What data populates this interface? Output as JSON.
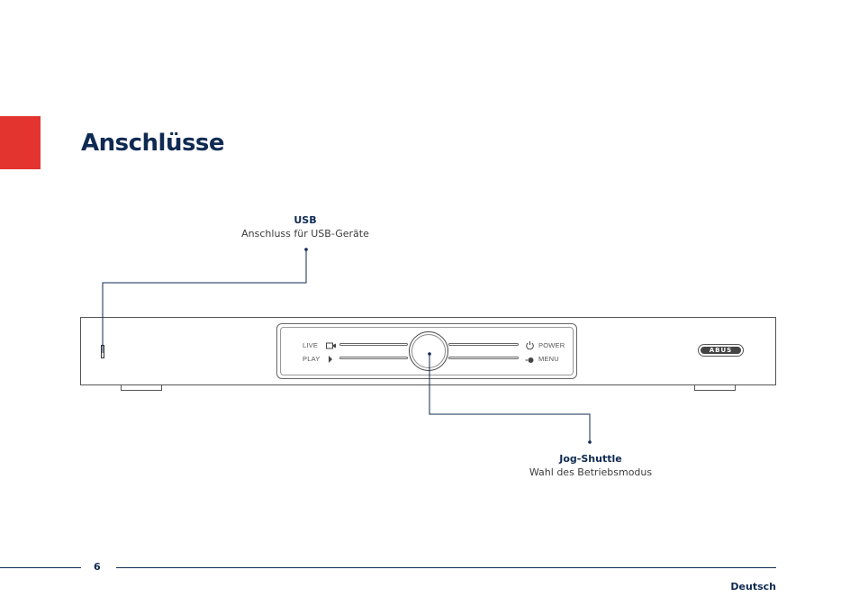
{
  "page": {
    "title": "Anschlüsse",
    "page_number": "6",
    "language": "Deutsch",
    "accent_color": "#e3342f",
    "text_color": "#0f2a52"
  },
  "callouts": {
    "usb": {
      "name": "USB",
      "description": "Anschluss für USB-Geräte"
    },
    "jog": {
      "name": "Jog-Shuttle",
      "description": "Wahl des Betriebsmodus"
    }
  },
  "device": {
    "labels": {
      "live": "LIVE",
      "play": "PLAY",
      "power": "POWER",
      "menu": "MENU"
    },
    "logo": "ABUS",
    "icons": [
      "camera-icon",
      "play-icon",
      "power-icon",
      "menu-icon"
    ]
  }
}
